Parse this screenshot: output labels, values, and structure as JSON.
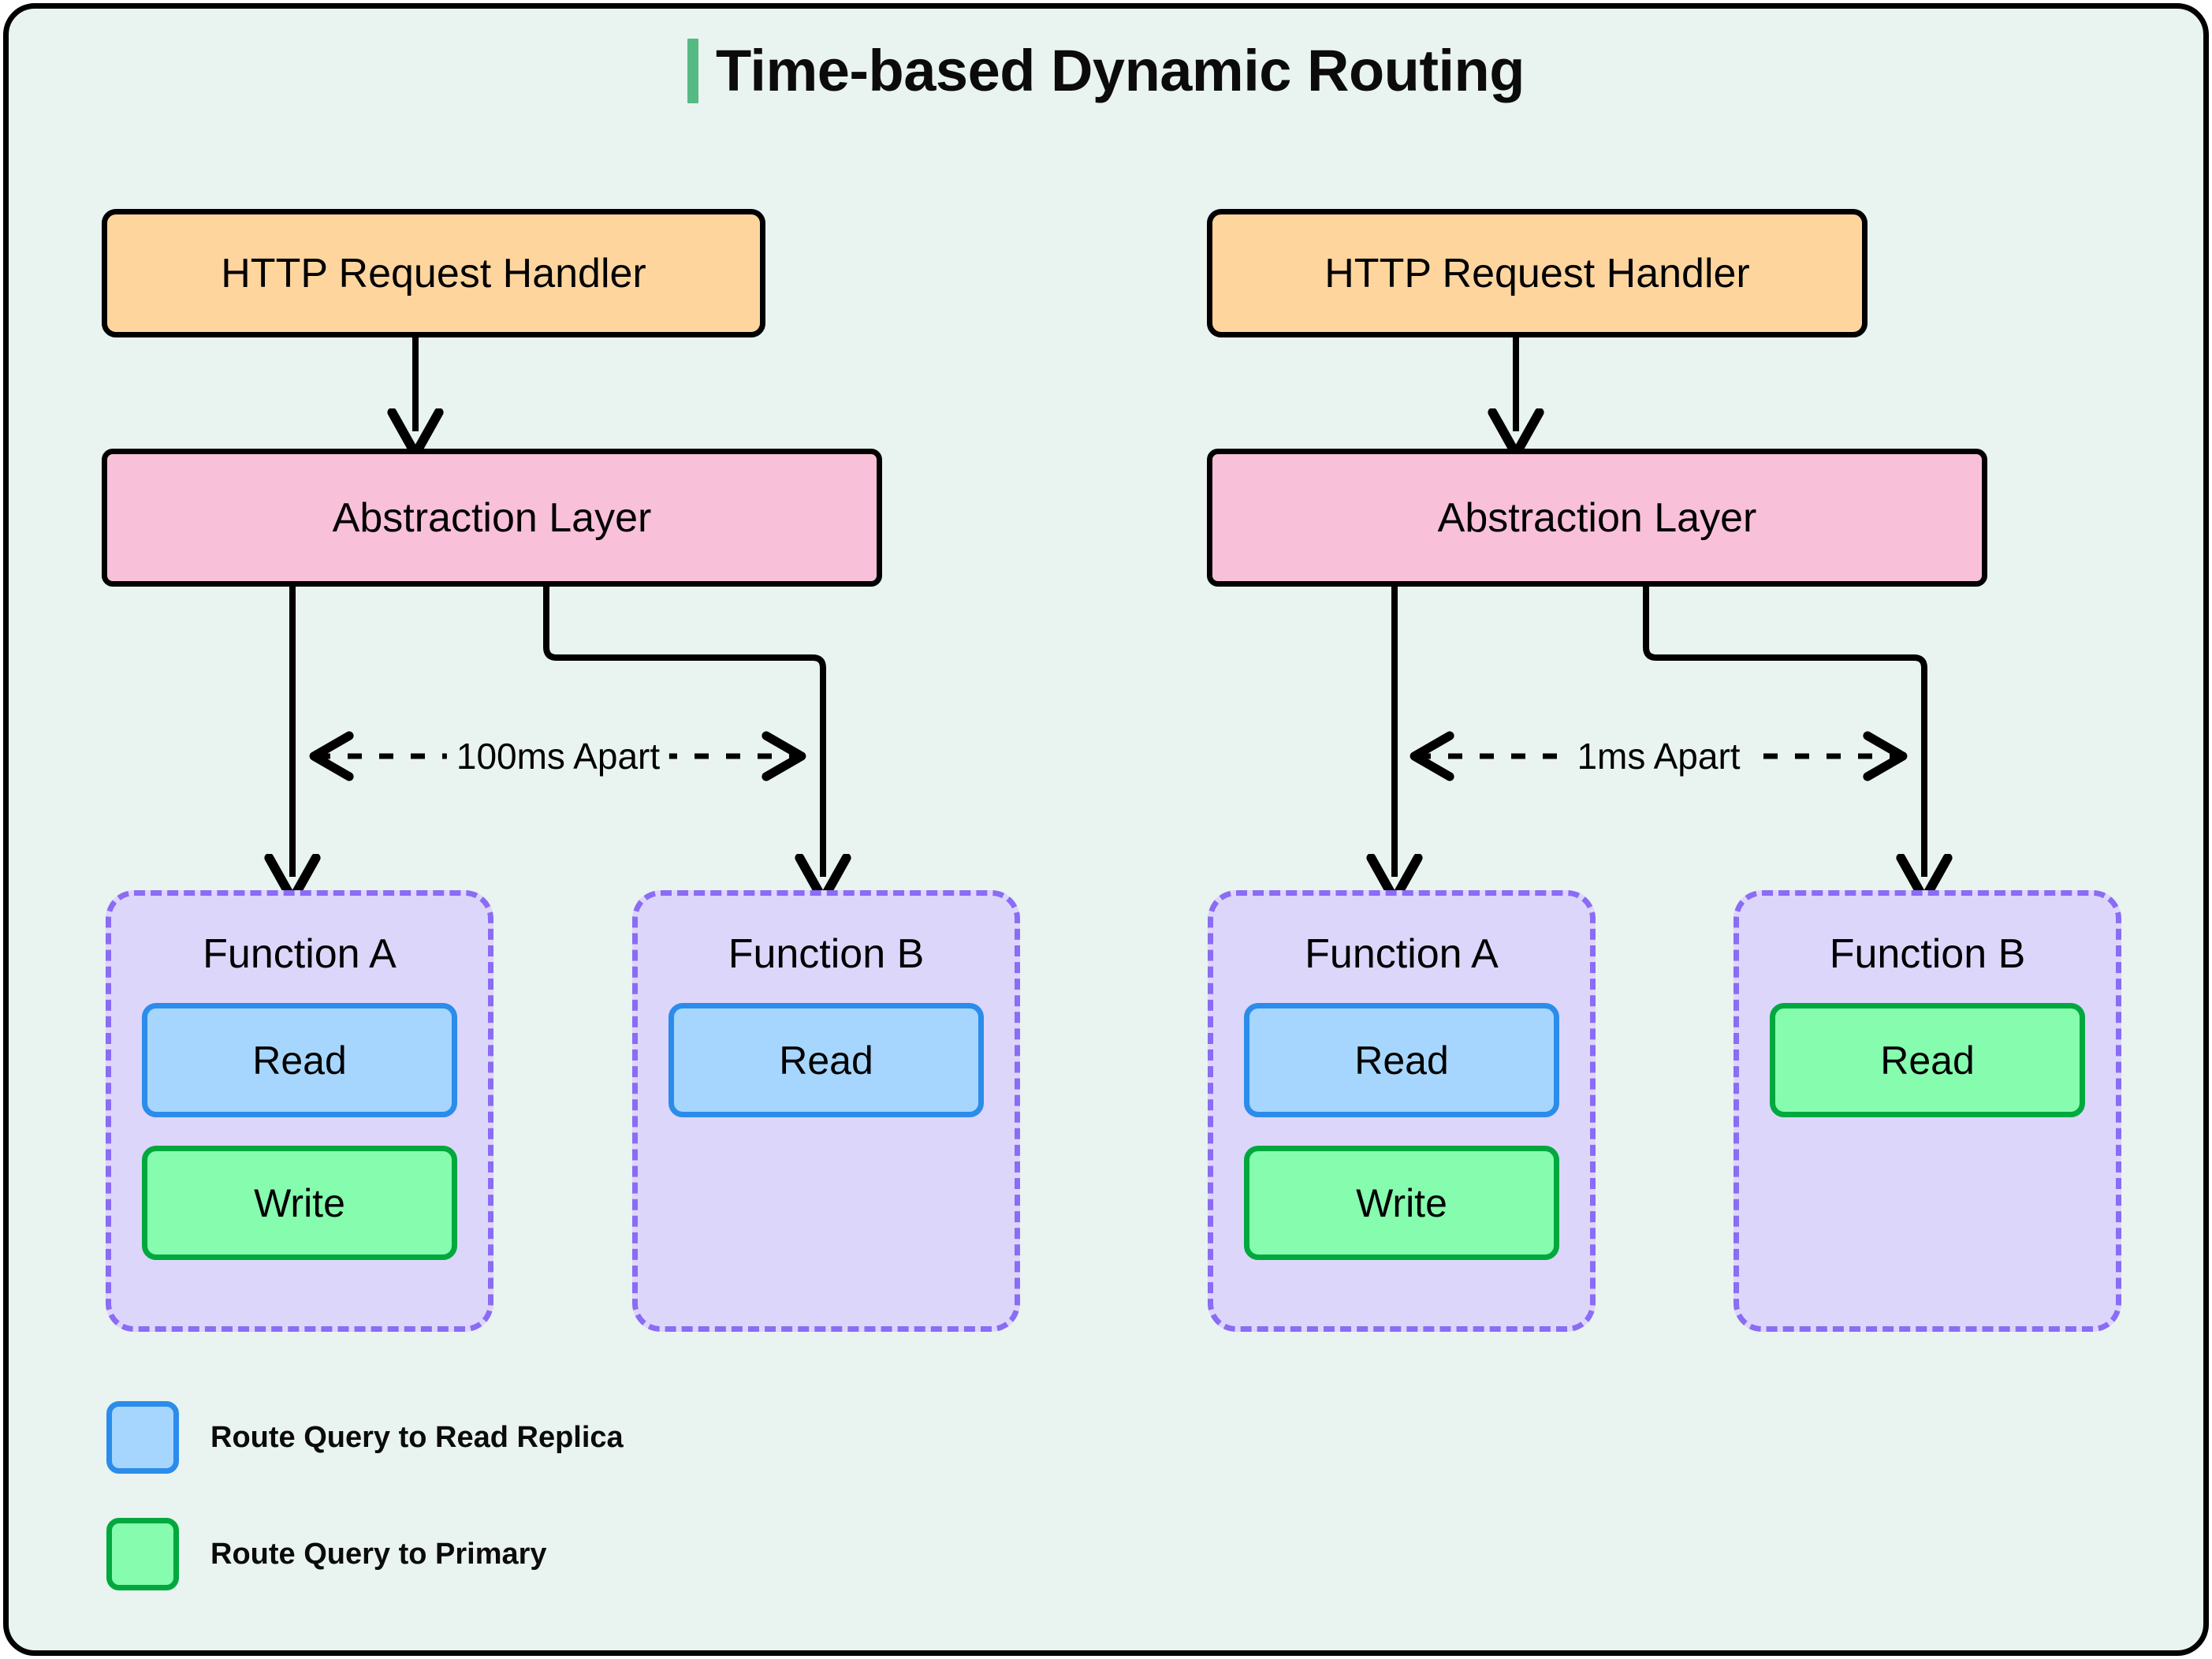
{
  "header": {
    "title": "Time-based Dynamic Routing",
    "accent_color": "#55ba84"
  },
  "colors": {
    "background": "#e9f3ef",
    "frame_border": "#000000",
    "handler_fill": "#ffd59e",
    "abstraction_fill": "#f9c0da",
    "function_fill": "#ddd6fb",
    "function_border": "#8a6cf5",
    "read_replica_fill": "#a6d6fd",
    "read_replica_border": "#2b8ceb",
    "primary_fill": "#86fcae",
    "primary_border": "#00a83e"
  },
  "scenarios": [
    {
      "id": "scenario-left",
      "handler": "HTTP Request Handler",
      "abstraction": "Abstraction Layer",
      "timing": "100ms Apart",
      "functions": [
        {
          "name": "Function A",
          "operations": [
            {
              "label": "Read",
              "routing": "read-replica"
            },
            {
              "label": "Write",
              "routing": "primary"
            }
          ]
        },
        {
          "name": "Function B",
          "operations": [
            {
              "label": "Read",
              "routing": "read-replica"
            }
          ]
        }
      ]
    },
    {
      "id": "scenario-right",
      "handler": "HTTP Request Handler",
      "abstraction": "Abstraction Layer",
      "timing": "1ms Apart",
      "functions": [
        {
          "name": "Function A",
          "operations": [
            {
              "label": "Read",
              "routing": "read-replica"
            },
            {
              "label": "Write",
              "routing": "primary"
            }
          ]
        },
        {
          "name": "Function B",
          "operations": [
            {
              "label": "Read",
              "routing": "primary"
            }
          ]
        }
      ]
    }
  ],
  "legend": [
    {
      "swatch": "read-replica",
      "label": "Route Query to Read Replica"
    },
    {
      "swatch": "primary",
      "label": "Route Query to Primary"
    }
  ]
}
